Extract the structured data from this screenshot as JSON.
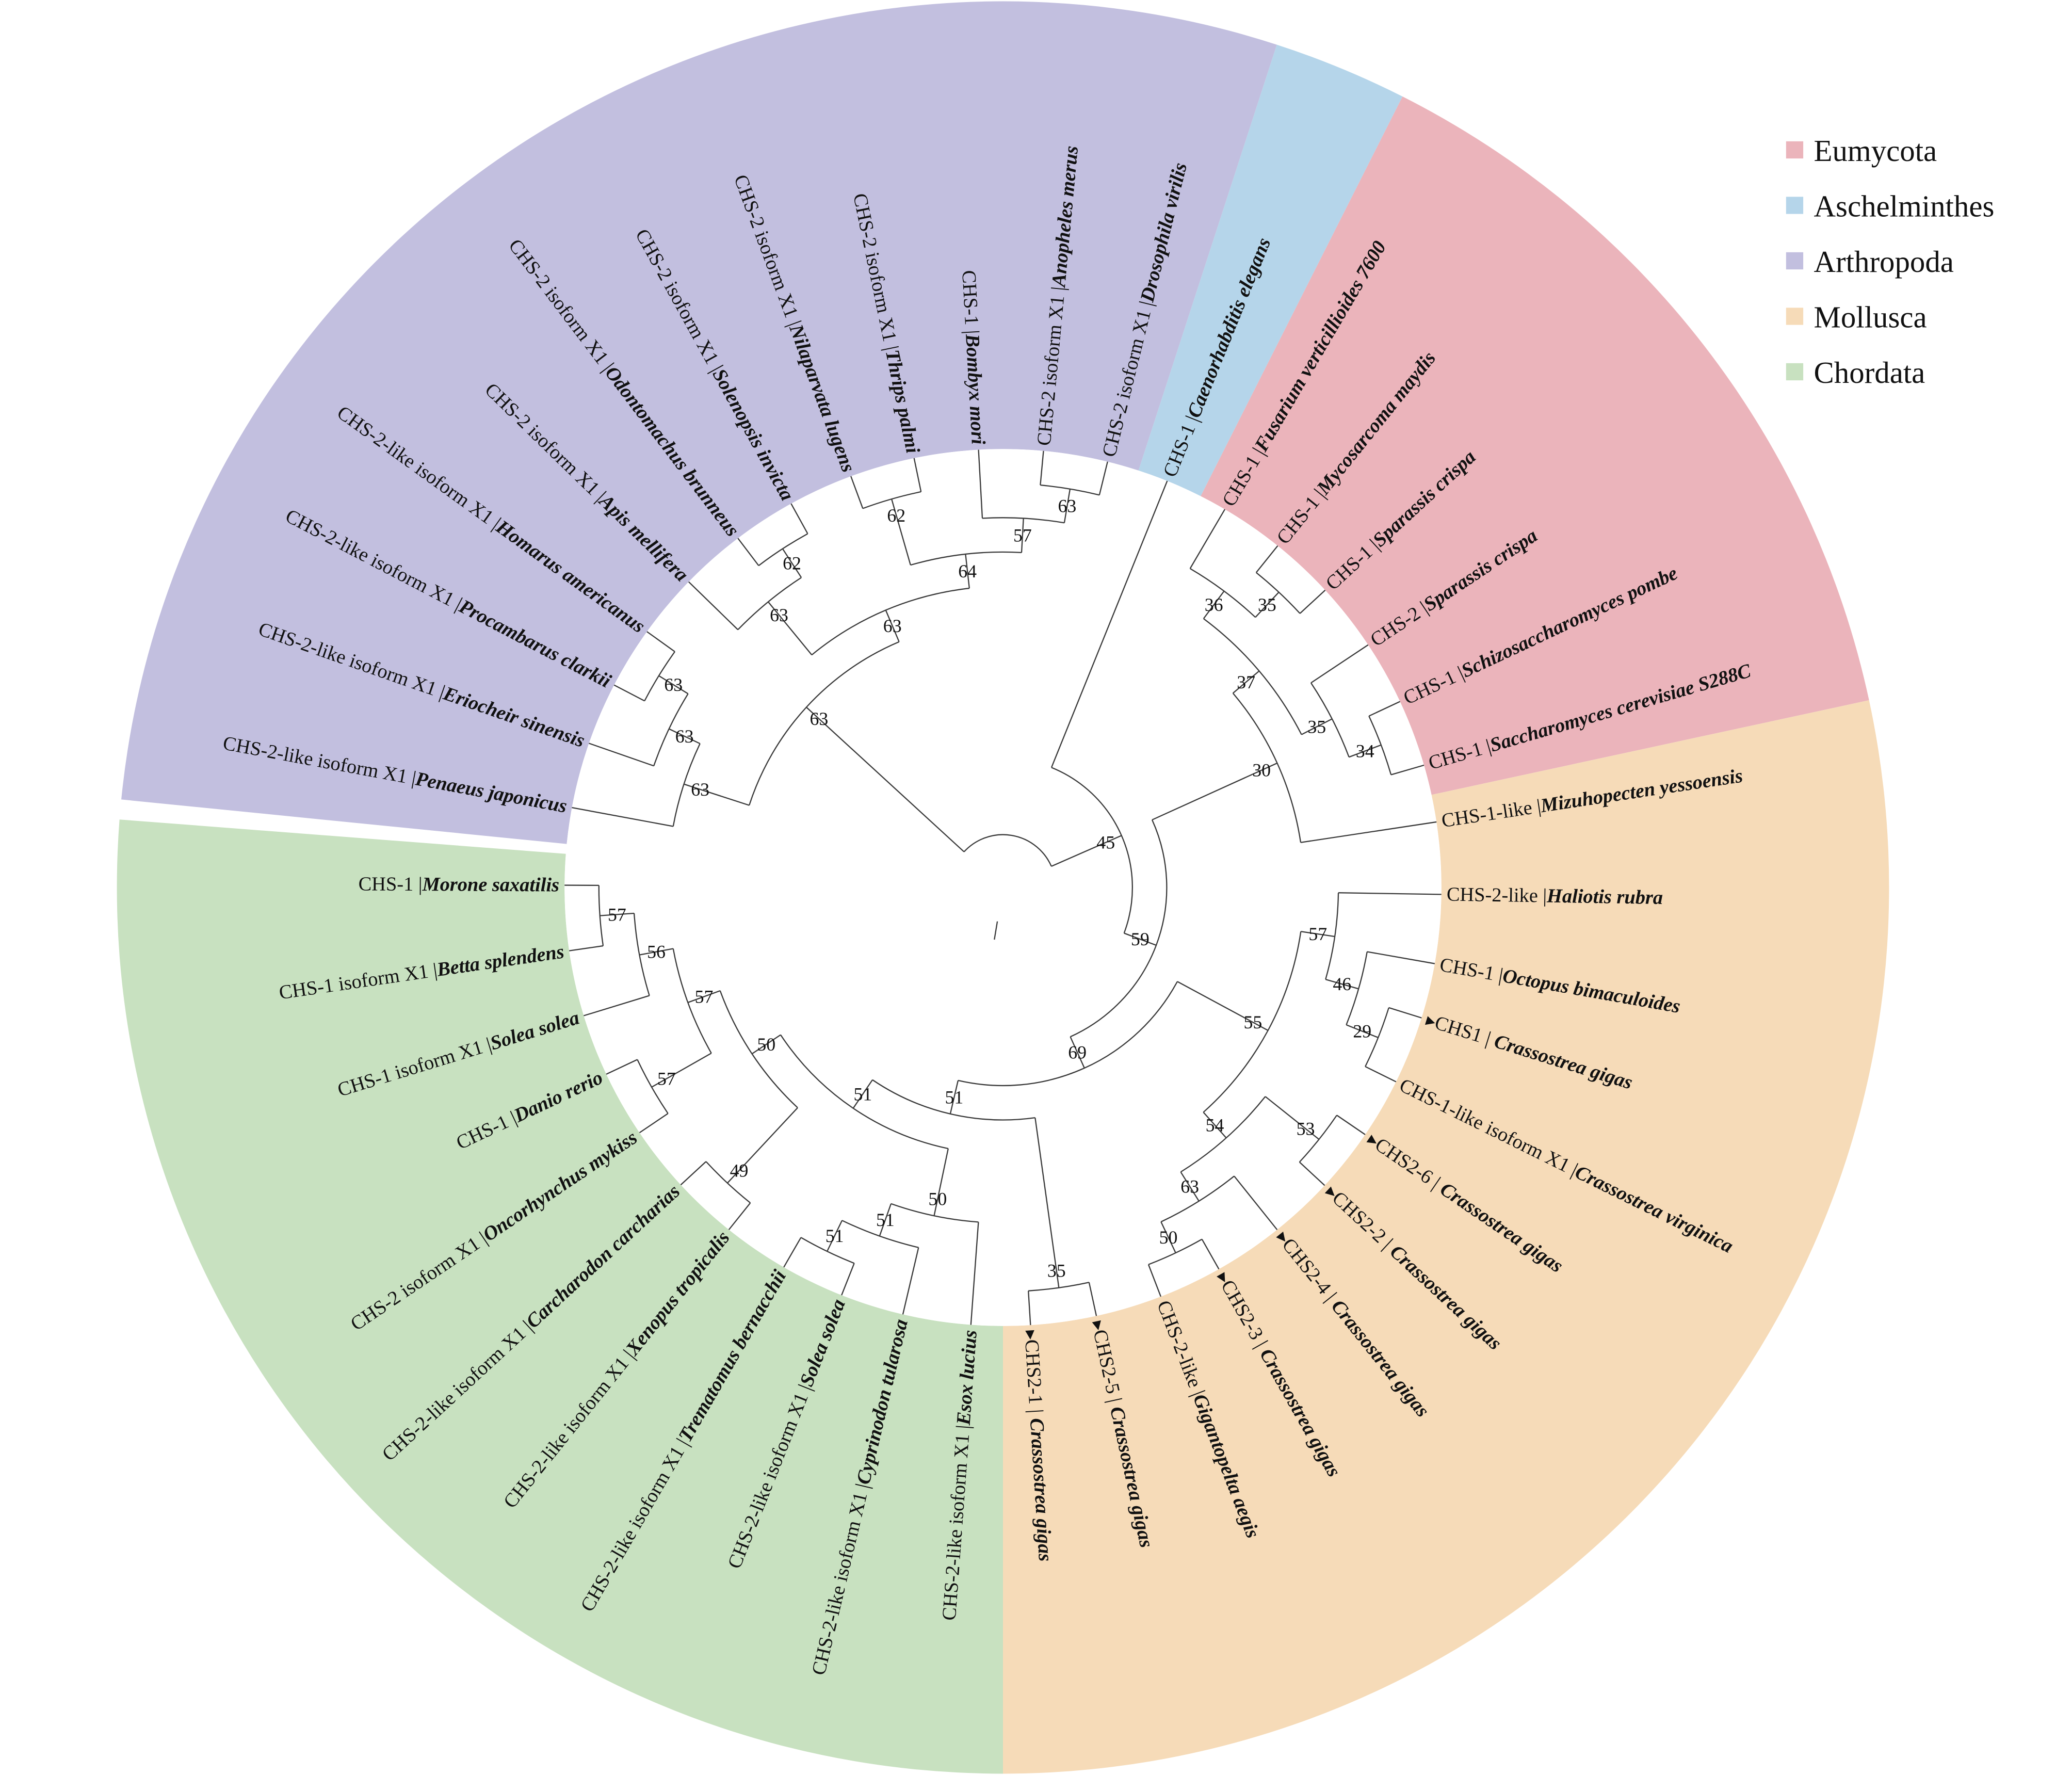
{
  "legend": [
    {
      "label": "Eumycota",
      "color": "#ebb4bb"
    },
    {
      "label": "Aschelminthes",
      "color": "#b5d5ea"
    },
    {
      "label": "Arthropoda",
      "color": "#c2bfdf"
    },
    {
      "label": "Mollusca",
      "color": "#f6dbb8"
    },
    {
      "label": "Chordata",
      "color": "#c8e1c0"
    }
  ],
  "tree": {
    "children": [
      {
        "support": "63",
        "children": [
          {
            "support": "63",
            "children": [
              {
                "prefix": "CHS-2-like isoform X1 |",
                "species": "Penaeus japonicus"
              },
              {
                "support": "63",
                "children": [
                  {
                    "prefix": "CHS-2-like isoform X1 |",
                    "species": "Eriocheir sinensis"
                  },
                  {
                    "support": "63",
                    "children": [
                      {
                        "prefix": "CHS-2-like isoform X1 |",
                        "species": "Procambarus clarkii"
                      },
                      {
                        "prefix": "CHS-2-like isoform X1 |",
                        "species": "Homarus americanus"
                      }
                    ]
                  }
                ]
              }
            ]
          },
          {
            "support": "63",
            "children": [
              {
                "support": "63",
                "children": [
                  {
                    "prefix": "CHS-2 isoform X1 |",
                    "species": "Apis mellifera"
                  },
                  {
                    "support": "62",
                    "children": [
                      {
                        "prefix": "CHS-2 isoform X1 |",
                        "species": "Odontomachus brunneus"
                      },
                      {
                        "prefix": "CHS-2 isoform X1 |",
                        "species": "Solenopsis invicta"
                      }
                    ]
                  }
                ]
              },
              {
                "support": "64",
                "children": [
                  {
                    "support": "62",
                    "children": [
                      {
                        "prefix": "CHS-2 isoform X1 |",
                        "species": "Nilaparvata lugens"
                      },
                      {
                        "prefix": "CHS-2 isoform X1 |",
                        "species": "Thrips palmi"
                      }
                    ]
                  },
                  {
                    "support": "57",
                    "children": [
                      {
                        "prefix": "CHS-1 |",
                        "species": "Bombyx mori"
                      },
                      {
                        "support": "63",
                        "children": [
                          {
                            "prefix": "CHS-2 isoform X1 |",
                            "species": "Anopheles merus"
                          },
                          {
                            "prefix": "CHS-2 isoform X1 |",
                            "species": "Drosophila virilis"
                          }
                        ]
                      }
                    ]
                  }
                ]
              }
            ]
          }
        ]
      },
      {
        "support": "45",
        "children": [
          {
            "prefix": "CHS-1 |",
            "species": "Caenorhabditis elegans"
          },
          {
            "support": "59",
            "children": [
              {
                "support": "30",
                "children": [
                  {
                    "support": "37",
                    "children": [
                      {
                        "support": "36",
                        "children": [
                          {
                            "prefix": "CHS-1 |",
                            "species": "Fusarium verticillioides 7600"
                          },
                          {
                            "support": "35",
                            "children": [
                              {
                                "prefix": "CHS-1 |",
                                "species": "Mycosarcoma maydis"
                              },
                              {
                                "prefix": "CHS-1 |",
                                "species": "Sparassis crispa"
                              }
                            ]
                          }
                        ]
                      },
                      {
                        "support": "35",
                        "children": [
                          {
                            "prefix": "CHS-2 |",
                            "species": "Sparassis crispa"
                          },
                          {
                            "support": "34",
                            "children": [
                              {
                                "prefix": "CHS-1 |",
                                "species": "Schizosaccharomyces pombe"
                              },
                              {
                                "prefix": "CHS-1 |",
                                "species": "Saccharomyces cerevisiae S288C"
                              }
                            ]
                          }
                        ]
                      }
                    ]
                  },
                  {
                    "prefix": "CHS-1-like |",
                    "species": "Mizuhopecten yessoensis"
                  }
                ]
              },
              {
                "support": "69",
                "children": [
                  {
                    "support": "55",
                    "children": [
                      {
                        "support": "57",
                        "children": [
                          {
                            "prefix": "CHS-2-like |",
                            "species": "Haliotis rubra"
                          },
                          {
                            "support": "46",
                            "children": [
                              {
                                "prefix": "CHS-1 |",
                                "species": "Octopus bimaculoides"
                              },
                              {
                                "support": "29",
                                "children": [
                                  {
                                    "prefix": "CHS1 |  ",
                                    "species": "Crassostrea gigas",
                                    "marked": true
                                  },
                                  {
                                    "prefix": "CHS-1-like isoform X1 |",
                                    "species": "Crassostrea virginica"
                                  }
                                ]
                              }
                            ]
                          }
                        ]
                      },
                      {
                        "support": "54",
                        "children": [
                          {
                            "support": "53",
                            "children": [
                              {
                                "prefix": "CHS2-6 |  ",
                                "species": "Crassostrea gigas",
                                "marked": true
                              },
                              {
                                "prefix": "CHS2-2 |  ",
                                "species": "Crassostrea gigas",
                                "marked": true
                              }
                            ]
                          },
                          {
                            "support": "63",
                            "children": [
                              {
                                "prefix": "CHS2-4 |  ",
                                "species": "Crassostrea gigas",
                                "marked": true
                              },
                              {
                                "support": "50",
                                "children": [
                                  {
                                    "prefix": "CHS2-3 |  ",
                                    "species": "Crassostrea gigas",
                                    "marked": true
                                  },
                                  {
                                    "prefix": "CHS-2-like |",
                                    "species": "Gigantopelta aegis"
                                  }
                                ]
                              }
                            ]
                          }
                        ]
                      }
                    ]
                  },
                  {
                    "support": "51",
                    "children": [
                      {
                        "support": "35",
                        "children": [
                          {
                            "prefix": "CHS2-5 |  ",
                            "species": "Crassostrea gigas",
                            "marked": true
                          },
                          {
                            "prefix": "CHS2-1 |  ",
                            "species": "Crassostrea gigas",
                            "marked": true
                          }
                        ]
                      },
                      {
                        "support": "51",
                        "children": [
                          {
                            "support": "50",
                            "children": [
                              {
                                "prefix": "CHS-2-like isoform X1 |",
                                "species": "Esox lucius"
                              },
                              {
                                "support": "51",
                                "children": [
                                  {
                                    "prefix": "CHS-2-like isoform X1 |",
                                    "species": "Cyprinodon tularosa"
                                  },
                                  {
                                    "support": "51",
                                    "children": [
                                      {
                                        "prefix": "CHS-2-like isoform X1 |",
                                        "species": "Solea solea"
                                      },
                                      {
                                        "prefix": "CHS-2-like isoform X1 |",
                                        "species": "Trematomus bernacchii"
                                      }
                                    ]
                                  }
                                ]
                              }
                            ]
                          },
                          {
                            "support": "50",
                            "children": [
                              {
                                "support": "49",
                                "children": [
                                  {
                                    "prefix": "CHS-2-like isoform X1 |",
                                    "species": "Xenopus tropicalis"
                                  },
                                  {
                                    "prefix": "CHS-2-like isoform X1 |",
                                    "species": "Carcharodon carcharias"
                                  }
                                ]
                              },
                              {
                                "support": "57",
                                "children": [
                                  {
                                    "support": "57",
                                    "children": [
                                      {
                                        "prefix": "CHS-2 isoform X1 |",
                                        "species": "Oncorhynchus mykiss"
                                      },
                                      {
                                        "prefix": "CHS-1 |",
                                        "species": "Danio rerio"
                                      }
                                    ]
                                  },
                                  {
                                    "support": "56",
                                    "children": [
                                      {
                                        "prefix": "CHS-1 isoform X1 |",
                                        "species": "Solea solea"
                                      },
                                      {
                                        "support": "57",
                                        "children": [
                                          {
                                            "prefix": "CHS-1 isoform X1 |",
                                            "species": "Betta splendens"
                                          },
                                          {
                                            "prefix": "CHS-1 |",
                                            "species": "Morone saxatilis"
                                          }
                                        ]
                                      }
                                    ]
                                  }
                                ]
                              }
                            ]
                          }
                        ]
                      }
                    ]
                  }
                ]
              }
            ]
          }
        ]
      }
    ]
  }
}
